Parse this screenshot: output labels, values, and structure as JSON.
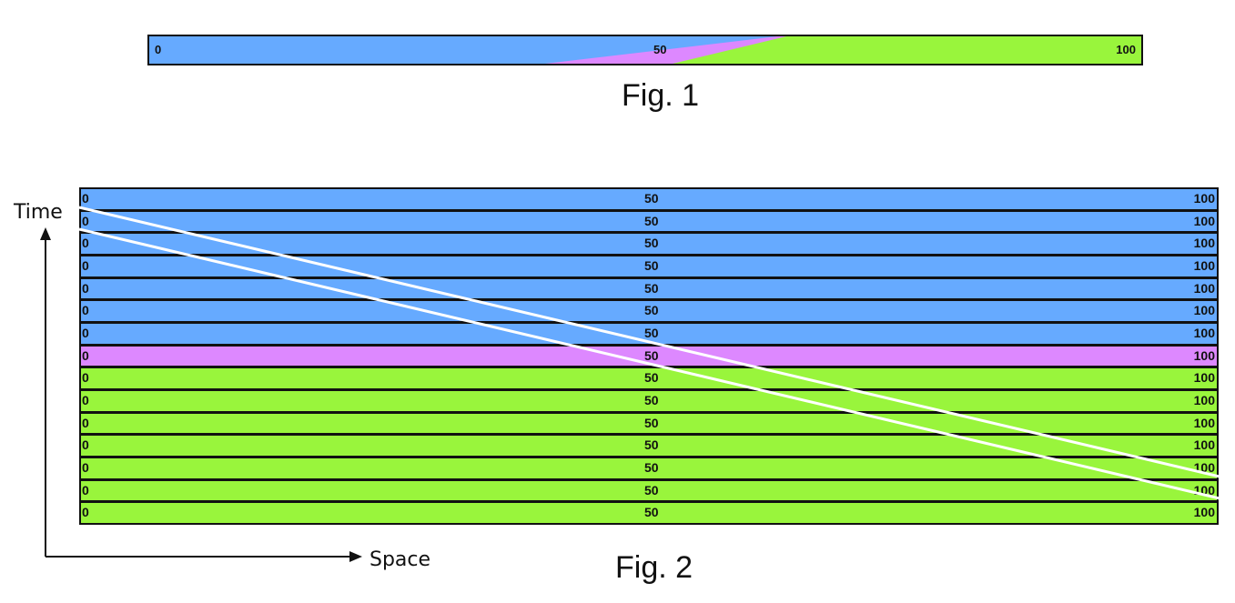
{
  "fig1": {
    "caption": "Fig. 1",
    "labels": {
      "start": "0",
      "mid": "50",
      "end": "100"
    },
    "colors": {
      "blue": "#66AAFF",
      "violet": "#DD88FF",
      "green": "#99F53C"
    }
  },
  "fig2": {
    "caption": "Fig. 2",
    "time_label": "Time",
    "space_label": "Space",
    "row_labels": {
      "start": "0",
      "mid": "50",
      "end": "100"
    },
    "rows": [
      {
        "color": "blue"
      },
      {
        "color": "blue"
      },
      {
        "color": "blue"
      },
      {
        "color": "blue"
      },
      {
        "color": "blue"
      },
      {
        "color": "blue"
      },
      {
        "color": "blue"
      },
      {
        "color": "violet"
      },
      {
        "color": "green"
      },
      {
        "color": "green"
      },
      {
        "color": "green"
      },
      {
        "color": "green"
      },
      {
        "color": "green"
      },
      {
        "color": "green"
      },
      {
        "color": "green"
      }
    ],
    "colors": {
      "blue": "#66AAFF",
      "violet": "#DD88FF",
      "green": "#99F53C",
      "line": "#FFFFFF"
    }
  }
}
